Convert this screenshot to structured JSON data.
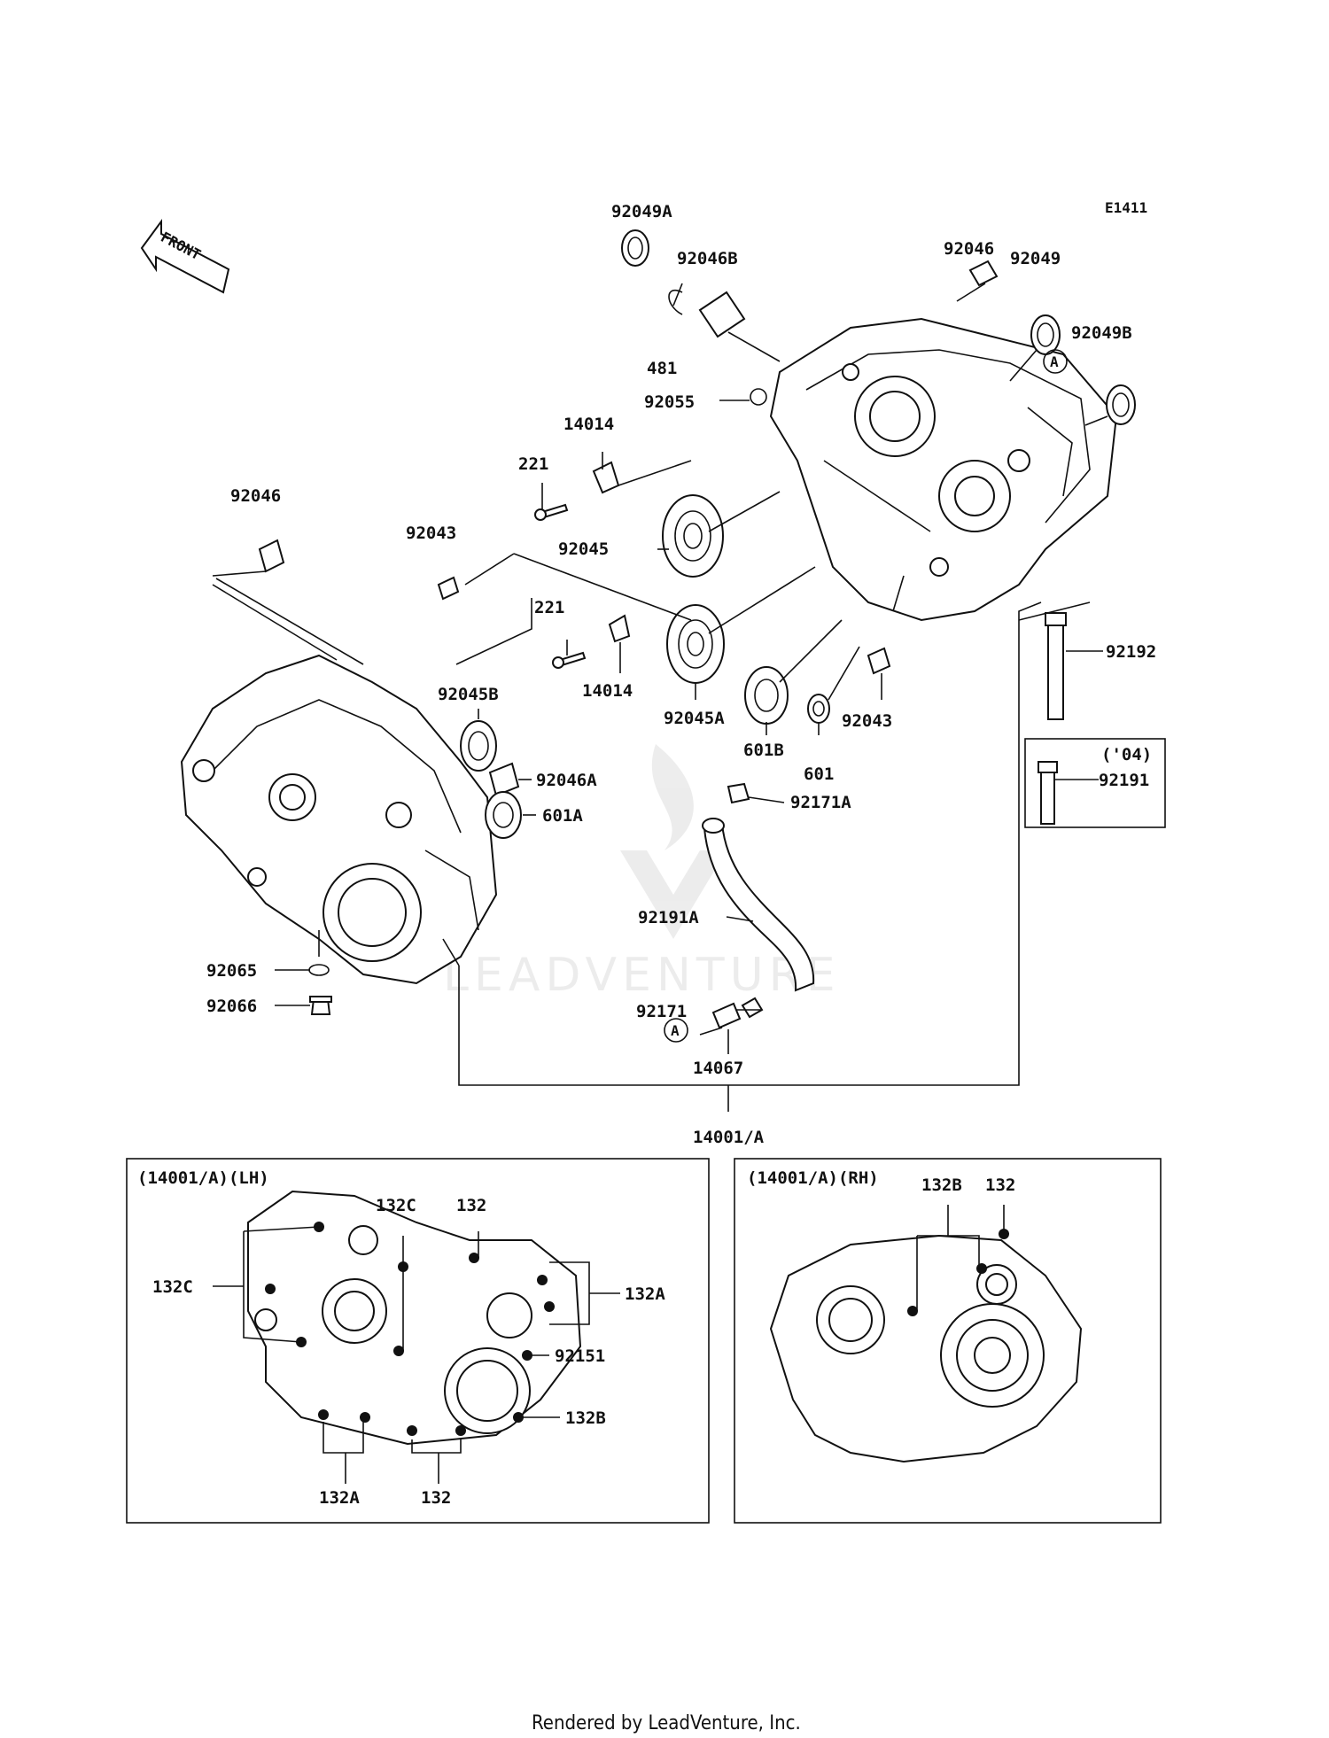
{
  "diagram_code": "E1411",
  "front_label": "FRONT",
  "watermark": "LEADVENTURE",
  "footer": "Rendered by LeadVenture, Inc.",
  "parts": {
    "p92049A": "92049A",
    "p92046B": "92046B",
    "p481": "481",
    "p92055": "92055",
    "p92046_top": "92046",
    "p92049": "92049",
    "p92049B": "92049B",
    "p14014_top": "14014",
    "p221_top": "221",
    "p92045": "92045",
    "p92046_left": "92046",
    "p92043_left": "92043",
    "p221_mid": "221",
    "p14014_mid": "14014",
    "p92045A": "92045A",
    "p601B": "601B",
    "p601": "601",
    "p92043_right": "92043",
    "p92192": "92192",
    "p92191": "92191",
    "p04": "('04)",
    "p92045B": "92045B",
    "p92046A": "92046A",
    "p601A": "601A",
    "p92171A": "92171A",
    "p92191A": "92191A",
    "p92065": "92065",
    "p92066": "92066",
    "p92171": "92171",
    "p14067": "14067",
    "pA1": "A",
    "pA2": "A",
    "p14001A": "14001/A"
  },
  "lh_inset": {
    "title": "(14001/A)(LH)",
    "l132C_top": "132C",
    "l132_top": "132",
    "l132C_left": "132C",
    "l132A_right": "132A",
    "l92151": "92151",
    "l132B": "132B",
    "l132A_bottom": "132A",
    "l132_bottom": "132"
  },
  "rh_inset": {
    "title": "(14001/A)(RH)",
    "r132B": "132B",
    "r132": "132"
  }
}
